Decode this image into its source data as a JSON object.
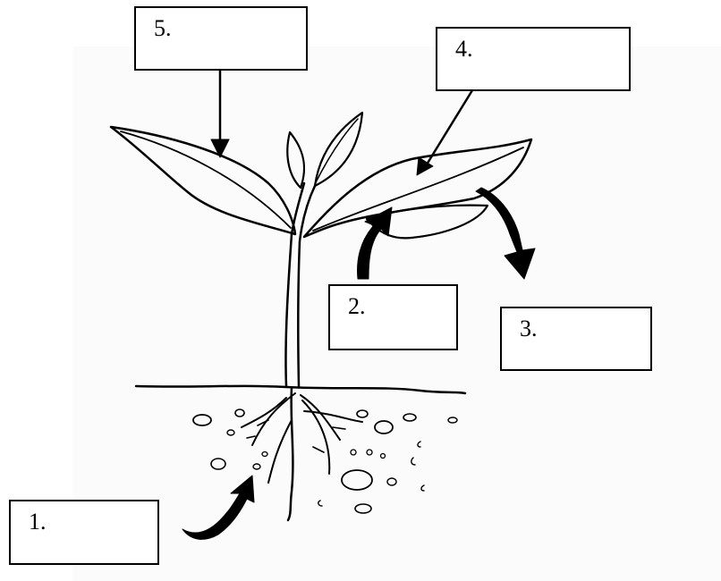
{
  "diagram": {
    "labels": {
      "one": "1.",
      "two": "2.",
      "three": "3.",
      "four": "4.",
      "five": "5."
    },
    "colors": {
      "ink": "#000000",
      "panel": "#fbfbfb",
      "paper": "#ffffff"
    }
  }
}
